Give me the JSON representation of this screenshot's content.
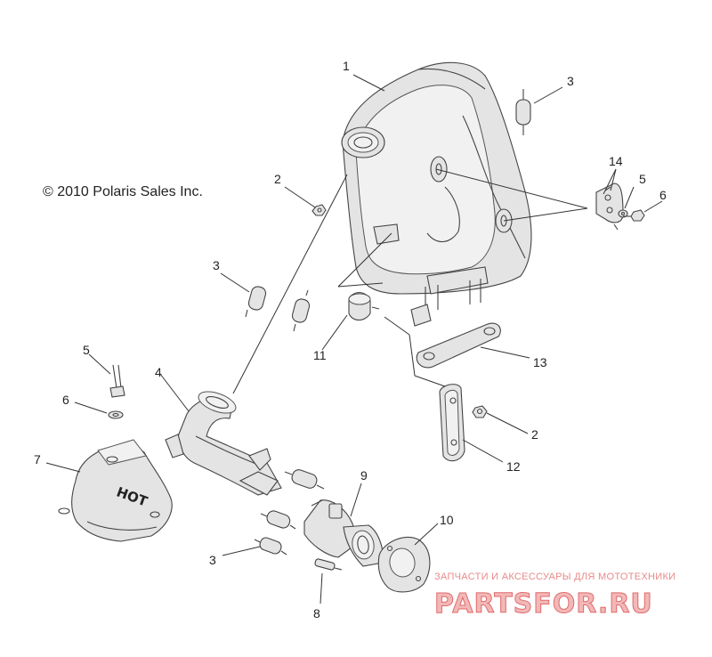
{
  "copyright": "© 2010 Polaris Sales Inc.",
  "hot_label": "HOT",
  "callouts": {
    "c1": "1",
    "c2_top": "2",
    "c2_right": "2",
    "c3_top": "3",
    "c3_left": "3",
    "c3_bottom": "3",
    "c4": "4",
    "c5_left": "5",
    "c5_right": "5",
    "c6_left": "6",
    "c6_right": "6",
    "c7": "7",
    "c8": "8",
    "c9": "9",
    "c10": "10",
    "c11": "11",
    "c12": "12",
    "c13": "13",
    "c14": "14"
  },
  "watermark": {
    "tagline": "ЗАПЧАСТИ И АКСЕССУАРЫ ДЛЯ МОТОТЕХНИКИ",
    "brand": "PARTSFOR.RU"
  }
}
